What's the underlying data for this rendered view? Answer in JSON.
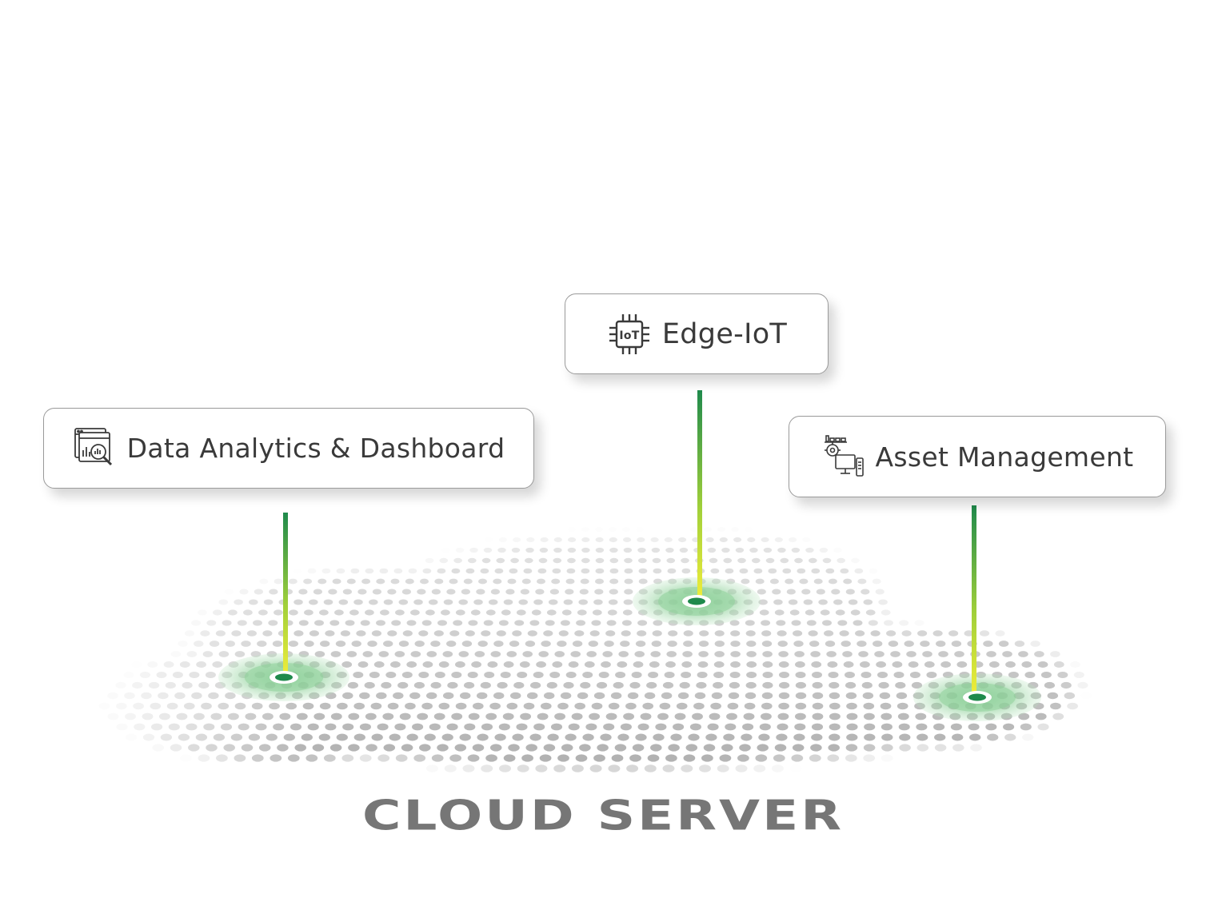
{
  "nodes": [
    {
      "id": "analytics",
      "label": "Data Analytics & Dashboard",
      "icon": "analytics-dashboard-icon"
    },
    {
      "id": "edge",
      "label": "Edge-IoT",
      "icon": "iot-chip-icon"
    },
    {
      "id": "asset",
      "label": "Asset Management",
      "icon": "asset-management-icon"
    }
  ],
  "cloud": {
    "title": "CLOUD SERVER"
  },
  "colors": {
    "connector_top": "#1f8a4c",
    "connector_bottom": "#f2ee3a",
    "pin_ring": "#ffffff",
    "pin_core": "#1f8a4c",
    "halo": "#8fd19a",
    "dots": "#9e9e9e",
    "title_text": "#767676"
  }
}
